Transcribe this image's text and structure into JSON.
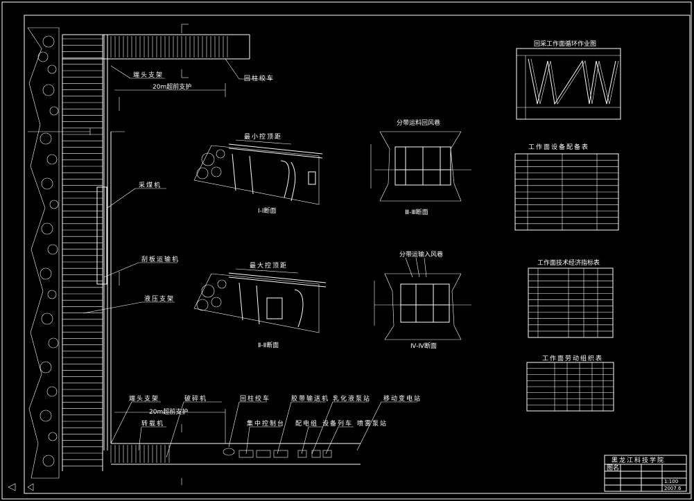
{
  "labels": {
    "tail_support": "端头支架",
    "advance_support_top": "20m超前支护",
    "return_winch": "回柱绞车",
    "shearer": "采煤机",
    "scraper_conveyor": "刮板运输机",
    "hydraulic_support": "液压支架",
    "tail_support_bottom": "端头支架",
    "advance_support_bottom": "20m超前支护",
    "reloader": "转载机",
    "crusher": "破碎机",
    "return_winch_bottom": "回柱绞车",
    "belt_conveyor": "胶带输送机",
    "emulsion_pump_station": "乳化液泵站",
    "mobile_substation": "移动变电站",
    "central_console": "集中控制台",
    "power_distribution": "配电组",
    "equipment_train": "设备列车",
    "spray_pump_station": "喷雾泵站",
    "max_control_distance_top": "最小控顶距",
    "max_control_distance_bottom": "最大控顶距",
    "section_1": "Ⅰ-Ⅰ断面",
    "section_2": "Ⅱ-Ⅱ断面",
    "section_3": "Ⅲ-Ⅲ断面",
    "section_4": "Ⅳ-Ⅳ断面",
    "return_airway": "分带运料回风巷",
    "intake_airway": "分带运输入风巷",
    "cycle_chart_title": "回采工作面循环作业图",
    "equipment_table_title": "工作面设备配备表",
    "tech_index_title": "工作面技术经济指标表",
    "labor_org_title": "工作面劳动组织表",
    "school_name": "黑龙江科技学院",
    "title_block_name": "图名",
    "scale": "1:100",
    "date": "2007.6"
  },
  "colors": {
    "background": "#000000",
    "line": "#ffffff",
    "accent": "#7fe8ff"
  }
}
